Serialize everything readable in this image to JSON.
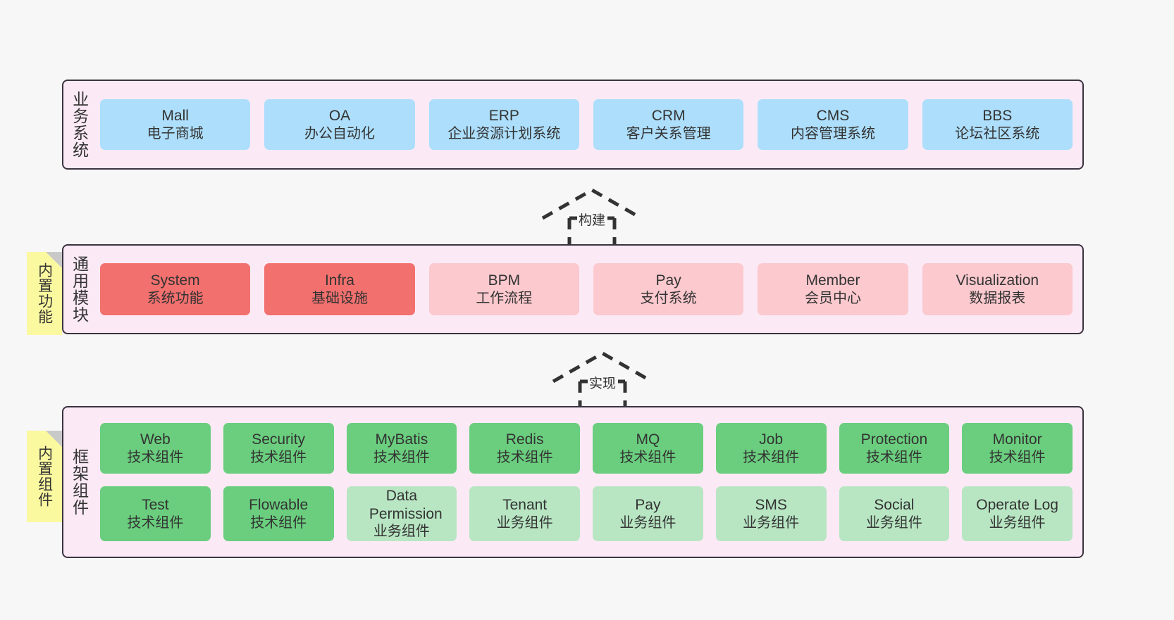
{
  "diagram": {
    "background_color": "#f7f7f7",
    "panel_color": "#fbeaf5",
    "panel_border_color": "#3a3340",
    "note_color": "#fbf9a0",
    "colors": {
      "blue": "#addefb",
      "red": "#f2706e",
      "pink": "#fbc9ce",
      "green": "#6ace7e",
      "light_green": "#b8e6c3"
    }
  },
  "layers": {
    "business": {
      "title": "业务系统",
      "cards": [
        {
          "en": "Mall",
          "cn": "电子商城"
        },
        {
          "en": "OA",
          "cn": "办公自动化"
        },
        {
          "en": "ERP",
          "cn": "企业资源计划系统"
        },
        {
          "en": "CRM",
          "cn": "客户关系管理"
        },
        {
          "en": "CMS",
          "cn": "内容管理系统"
        },
        {
          "en": "BBS",
          "cn": "论坛社区系统"
        }
      ]
    },
    "common": {
      "title": "通用模块",
      "note": "内置功能",
      "cards": [
        {
          "en": "System",
          "cn": "系统功能"
        },
        {
          "en": "Infra",
          "cn": "基础设施"
        },
        {
          "en": "BPM",
          "cn": "工作流程"
        },
        {
          "en": "Pay",
          "cn": "支付系统"
        },
        {
          "en": "Member",
          "cn": "会员中心"
        },
        {
          "en": "Visualization",
          "cn": "数据报表"
        }
      ]
    },
    "framework": {
      "title": "框架组件",
      "note": "内置组件",
      "row1": [
        {
          "en": "Web",
          "cn": "技术组件"
        },
        {
          "en": "Security",
          "cn": "技术组件"
        },
        {
          "en": "MyBatis",
          "cn": "技术组件"
        },
        {
          "en": "Redis",
          "cn": "技术组件"
        },
        {
          "en": "MQ",
          "cn": "技术组件"
        },
        {
          "en": "Job",
          "cn": "技术组件"
        },
        {
          "en": "Protection",
          "cn": "技术组件"
        },
        {
          "en": "Monitor",
          "cn": "技术组件"
        }
      ],
      "row2": [
        {
          "en": "Test",
          "cn": "技术组件"
        },
        {
          "en": "Flowable",
          "cn": "技术组件"
        },
        {
          "en": "Data Permission",
          "cn": "业务组件"
        },
        {
          "en": "Tenant",
          "cn": "业务组件"
        },
        {
          "en": "Pay",
          "cn": "业务组件"
        },
        {
          "en": "SMS",
          "cn": "业务组件"
        },
        {
          "en": "Social",
          "cn": "业务组件"
        },
        {
          "en": "Operate Log",
          "cn": "业务组件"
        }
      ]
    }
  },
  "arrows": {
    "build": "构建",
    "implement": "实现"
  }
}
